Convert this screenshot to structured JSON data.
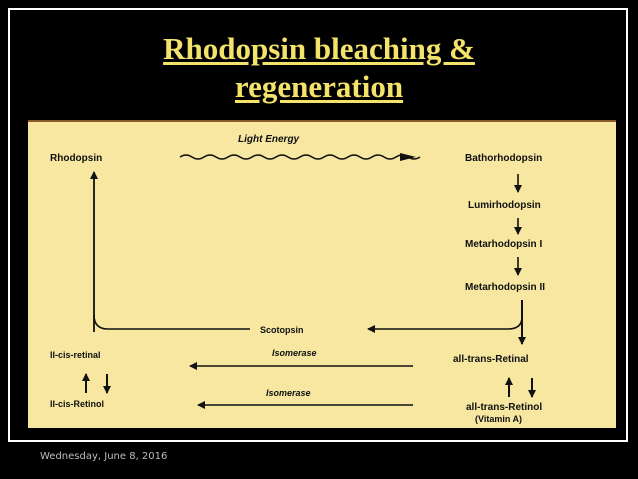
{
  "slide": {
    "title_line1": "Rhodopsin bleaching &",
    "title_line2": "regeneration",
    "date": "Wednesday, June 8, 2016"
  },
  "diagram": {
    "light_energy": "Light Energy",
    "rhodopsin": "Rhodopsin",
    "bathorhodopsin": "Bathorhodopsin",
    "lumirhodopsin": "Lumirhodopsin",
    "metarhodopsin1": "Metarhodopsin I",
    "metarhodopsin2": "Metarhodopsin II",
    "scotopsin": "Scotopsin",
    "cis_retinal": "II-cis-retinal",
    "isomerase1": "Isomerase",
    "all_trans_retinal": "all-trans-Retinal",
    "cis_retinol": "II-cis-Retinol",
    "isomerase2": "Isomerase",
    "all_trans_retinol": "all-trans-Retinol",
    "vitamin_a": "(Vitamin A)"
  }
}
